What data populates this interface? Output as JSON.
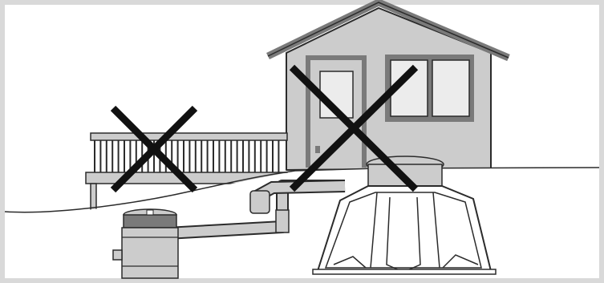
{
  "colors": {
    "frame": "#d9d9d9",
    "background": "#ffffff",
    "wall": "#cccccc",
    "trim": "#7a7a7a",
    "line": "#2b2b2b",
    "mark": "#111111",
    "glass": "#ececec"
  },
  "elements": [
    {
      "name": "house",
      "icon": "house-icon"
    },
    {
      "name": "deck",
      "icon": "deck-railing-icon"
    },
    {
      "name": "septic-tank",
      "icon": "septic-tank-icon"
    },
    {
      "name": "pump-tank",
      "icon": "pump-tank-icon"
    },
    {
      "name": "drain-pipe",
      "icon": "pipe-icon"
    },
    {
      "name": "prohibited-deck-mark",
      "icon": "x-mark-icon"
    },
    {
      "name": "prohibited-house-mark",
      "icon": "x-mark-icon"
    }
  ]
}
